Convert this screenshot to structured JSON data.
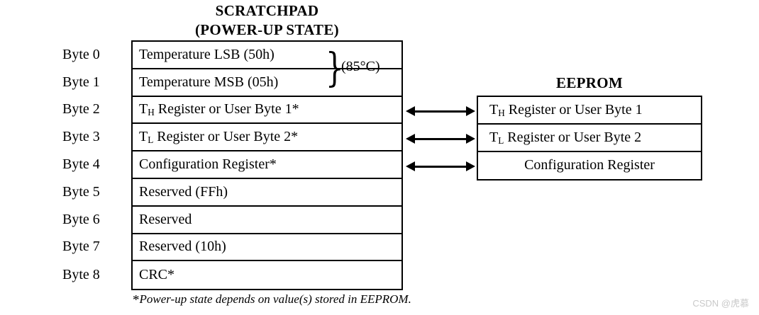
{
  "scratchpad": {
    "title_line1": "SCRATCHPAD",
    "title_line2": "(POWER-UP STATE)",
    "rows": [
      {
        "label": "Byte 0",
        "text": "Temperature LSB (50h)"
      },
      {
        "label": "Byte 1",
        "text": "Temperature MSB (05h)"
      },
      {
        "label": "Byte 2",
        "text_pre": "T",
        "sub": "H",
        "text_post": " Register or User Byte 1*"
      },
      {
        "label": "Byte 3",
        "text_pre": "T",
        "sub": "L",
        "text_post": " Register or User Byte 2*"
      },
      {
        "label": "Byte 4",
        "text": "Configuration Register*"
      },
      {
        "label": "Byte 5",
        "text": "Reserved (FFh)"
      },
      {
        "label": "Byte 6",
        "text": "Reserved"
      },
      {
        "label": "Byte 7",
        "text": "Reserved (10h)"
      },
      {
        "label": "Byte 8",
        "text": "CRC*"
      }
    ],
    "temperature_annotation": "(85°C)",
    "brace_glyph": "}"
  },
  "eeprom": {
    "title": "EEPROM",
    "rows": [
      {
        "text_pre": "T",
        "sub": "H",
        "text_post": " Register or User Byte 1"
      },
      {
        "text_pre": "T",
        "sub": "L",
        "text_post": " Register or User Byte 2"
      },
      {
        "text": "Configuration Register"
      }
    ]
  },
  "arrows": {
    "count": 3,
    "direction": "bidirectional",
    "labels": [
      "arrow-th-register",
      "arrow-tl-register",
      "arrow-configuration-register"
    ]
  },
  "footnote": {
    "marker": "*",
    "text": "Power-up state depends on value(s) stored in EEPROM."
  },
  "watermark": {
    "text": "CSDN @虎慕"
  },
  "colors": {
    "line": "#000000",
    "background": "#ffffff",
    "watermark": "#c9c9c9"
  }
}
